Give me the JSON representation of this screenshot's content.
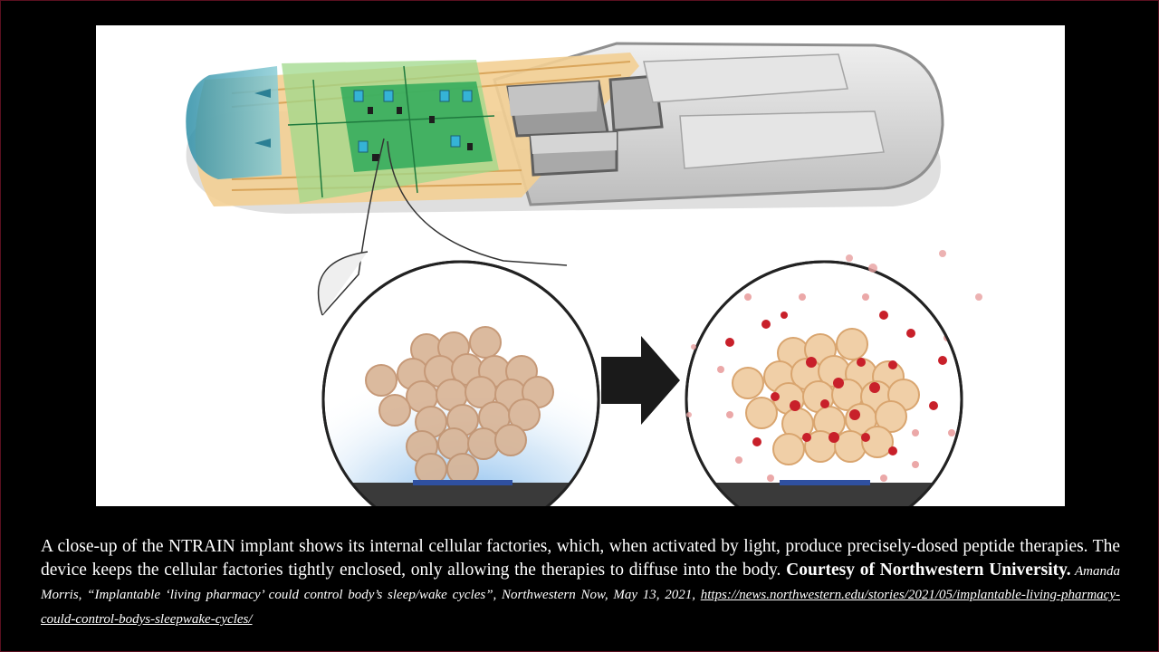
{
  "caption": {
    "text": " A close-up of the NTRAIN implant shows its internal cellular factories, which, when activated by light, produce precisely-dosed peptide therapies. The device keeps the cellular factories tightly enclosed, only allowing the therapies to diffuse into the body. ",
    "credit": "Courtesy of Northwestern University",
    "credit_punct": ".",
    "citation": " Amanda Morris, “Implantable ‘living pharmacy’ could control body’s sleep/wake cycles”, Northwestern Now, May 13, 2021, ",
    "url": "https://news.northwestern.edu/stories/2021/05/implantable-living-pharmacy-could-control-bodys-sleepwake-cycles/"
  },
  "colors": {
    "background": "#000000",
    "panel": "#ffffff",
    "capsule_shell": "#d9d9d9",
    "gold_traces": "#f1c27d",
    "circuit_green": "#3fb56a",
    "led_teal": "#3aa6b9",
    "cell_fill": "#e6b98c",
    "peptide_red": "#c8202a",
    "light_blue": "#7fb6e6"
  },
  "icons": {
    "arrow": "right-arrow-icon"
  }
}
